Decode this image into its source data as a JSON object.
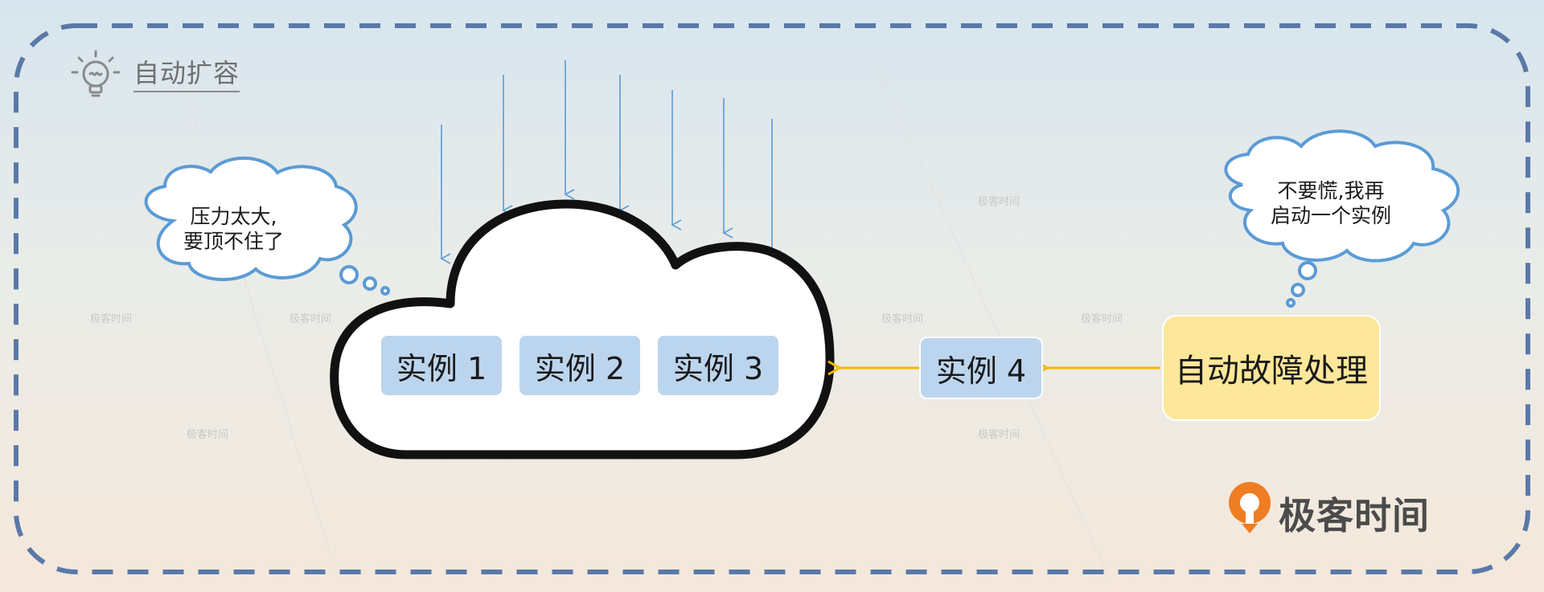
{
  "header": {
    "title": "自动扩容"
  },
  "cloud": {
    "instances": [
      {
        "label": "实例 1"
      },
      {
        "label": "实例 2"
      },
      {
        "label": "实例 3"
      }
    ]
  },
  "new_instance": {
    "label": "实例 4"
  },
  "failover": {
    "label": "自动故障处理"
  },
  "bubbles": {
    "left": {
      "line1": "压力太大,",
      "line2": "要顶不住了"
    },
    "right": {
      "line1": "不要慌,我再",
      "line2": "启动一个实例"
    }
  },
  "brand": {
    "name": "极客时间",
    "watermark": "极客时间"
  },
  "colors": {
    "frame": "#5a79a8",
    "instance": "#bcd5ee",
    "failover": "#fde79a",
    "arrow_yellow": "#f5b700",
    "arrow_blue": "#5b9bd5",
    "brand_orange": "#ef7d22"
  },
  "icons": {
    "title": "lightbulb-icon",
    "brand": "geektime-logo-icon"
  }
}
